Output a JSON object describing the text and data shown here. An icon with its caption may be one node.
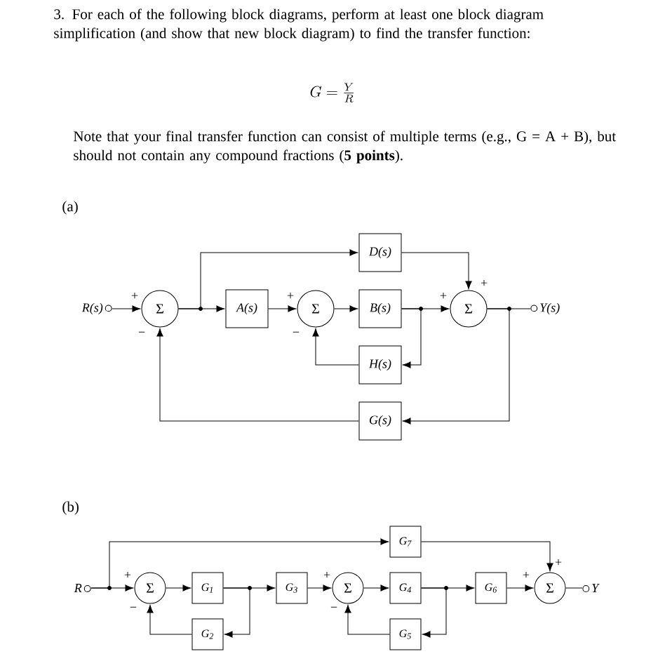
{
  "diagram": {
    "nodes": [
      {
        "text": [
          "R(s)"
        ]
      },
      {
        "text": [
          "Σ"
        ]
      },
      {
        "text": [
          "A(s)"
        ]
      },
      {
        "text": [
          "D(s)"
        ]
      },
      {
        "text": [
          "Σ"
        ]
      },
      {
        "text": [
          "B(s)"
        ]
      },
      {
        "text": [
          "H(s)"
        ]
      },
      {
        "text": [
          "Σ"
        ]
      },
      {
        "text": [
          "G(s)"
        ]
      },
      {
        "text": [
          "Y(s)"
        ]
      },
      {
        "text": [
          "R"
        ]
      },
      {
        "text": [
          "Σ"
        ]
      },
      {
        "text": [
          "G$_{1}$"
        ]
      },
      {
        "text": [
          "G$_{2}$"
        ]
      },
      {
        "text": [
          "G$_{3}$"
        ]
      },
      {
        "text": [
          "G$_{7}$"
        ]
      },
      {
        "text": [
          "Σ"
        ]
      },
      {
        "text": [
          "G$_{4}$"
        ]
      },
      {
        "text": [
          "G$_{5}$"
        ]
      },
      {
        "text": [
          "G$_{6}$"
        ]
      },
      {
        "text": [
          "Σ"
        ]
      },
      {
        "text": [
          "Y"
        ]
      }
    ],
    "edges": [
      {
        "from": 0,
        "to": 1,
        "arrow": "to"
      },
      {
        "from": 1,
        "to": 2,
        "arrow": "to"
      },
      {
        "from": 1,
        "to": 3,
        "arrow": "to"
      },
      {
        "from": 2,
        "to": 4,
        "arrow": "to"
      },
      {
        "from": 4,
        "to": 5,
        "arrow": "to"
      },
      {
        "from": 5,
        "to": 7,
        "arrow": "to"
      },
      {
        "from": 5,
        "to": 6,
        "arrow": "to"
      },
      {
        "from": 6,
        "to": 4,
        "arrow": "to"
      },
      {
        "from": 3,
        "to": 7,
        "arrow": "to"
      },
      {
        "from": 7,
        "to": 9,
        "arrow": "none"
      },
      {
        "from": 7,
        "to": 8,
        "arrow": "to"
      },
      {
        "from": 8,
        "to": 1,
        "arrow": "to"
      },
      {
        "from": 10,
        "to": 11,
        "arrow": "to"
      },
      {
        "from": 10,
        "to": 15,
        "arrow": "to"
      },
      {
        "from": 11,
        "to": 12,
        "arrow": "to"
      },
      {
        "from": 12,
        "to": 14,
        "arrow": "to"
      },
      {
        "from": 12,
        "to": 13,
        "arrow": "to"
      },
      {
        "from": 13,
        "to": 11,
        "arrow": "to"
      },
      {
        "from": 14,
        "to": 16,
        "arrow": "to"
      },
      {
        "from": 16,
        "to": 17,
        "arrow": "to"
      },
      {
        "from": 17,
        "to": 19,
        "arrow": "to"
      },
      {
        "from": 17,
        "to": 18,
        "arrow": "to"
      },
      {
        "from": 18,
        "to": 16,
        "arrow": "to"
      },
      {
        "from": 19,
        "to": 20,
        "arrow": "to"
      },
      {
        "from": 15,
        "to": 20,
        "arrow": "to"
      },
      {
        "from": 20,
        "to": 21,
        "arrow": "none"
      }
    ],
    "labels": [
      "3. For each of the following block diagrams, perform at least one block diagram simplification (and show that new block diagram) to find the transfer function:",
      "G = \\frac{Y}{R}",
      "Note that your final transfer function can consist of multiple terms (e.g., G = A + B), but should not contain any compound fractions (**5 points**).",
      "(a)",
      "+",
      "−",
      "+",
      "−",
      "+",
      "+",
      "(b)",
      "+",
      "−",
      "+",
      "−",
      "+",
      "+"
    ]
  }
}
